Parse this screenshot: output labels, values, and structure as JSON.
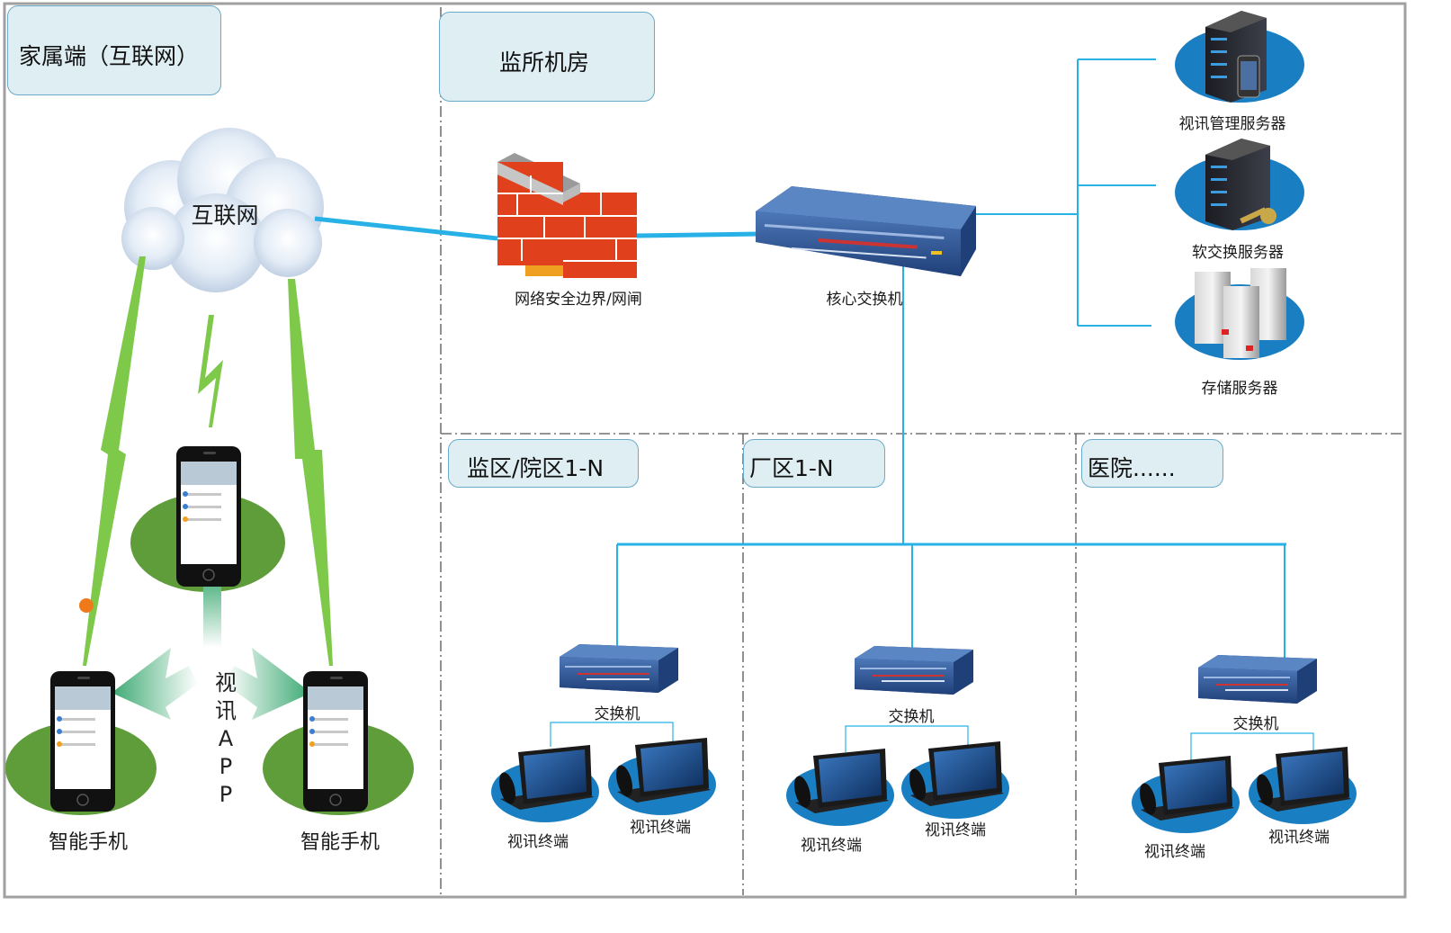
{
  "zones": {
    "family": "家属端（互联网）",
    "machine_room": "监所机房",
    "prison_area": "监区/院区1-N",
    "factory_area": "厂区1-N",
    "hospital": "医院......"
  },
  "nodes": {
    "internet": "互联网",
    "firewall": "网络安全边界/网闸",
    "core_switch": "核心交换机",
    "video_mgmt_server": "视讯管理服务器",
    "softswitch_server": "软交换服务器",
    "storage_server": "存储服务器",
    "switch": "交换机",
    "video_terminal": "视讯终端",
    "smartphone": "智能手机"
  },
  "app_label": [
    "视",
    "讯",
    "A",
    "P",
    "P"
  ],
  "colors": {
    "link_blue": "#27b1e6",
    "wireless_green": "#7ec84a",
    "ellipse_green": "#5e9d3a",
    "server_blue": "#1a7fc2",
    "zone_fill": "#dfeef3",
    "firewall_red": "#e0401c",
    "switch_blue": "#2a4f8e"
  }
}
